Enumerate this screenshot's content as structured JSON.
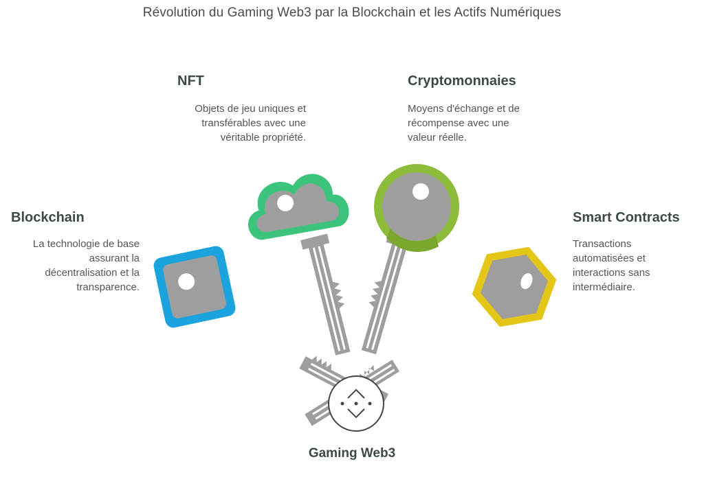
{
  "title": "Révolution du Gaming Web3 par la Blockchain et les Actifs Numériques",
  "center": {
    "label": "Gaming Web3",
    "icon": "web3-diamond-icon"
  },
  "items": [
    {
      "id": "blockchain",
      "heading": "Blockchain",
      "lines": [
        "La technologie de base",
        "assurant la",
        "décentralisation et la",
        "transparence."
      ],
      "color": "#1aa3dc",
      "icon": "square-key-icon"
    },
    {
      "id": "nft",
      "heading": "NFT",
      "lines": [
        "Objets de jeu uniques et",
        "transférables avec une",
        "véritable propriété."
      ],
      "color": "#3cc47c",
      "icon": "cloud-key-icon"
    },
    {
      "id": "crypto",
      "heading": "Cryptomonnaies",
      "lines": [
        "Moyens d'échange et de",
        "récompense avec une",
        "valeur réelle."
      ],
      "color": "#8cbc3a",
      "icon": "round-key-icon"
    },
    {
      "id": "smart",
      "heading": "Smart Contracts",
      "lines": [
        "Transactions",
        "automatisées et",
        "interactions sans",
        "intermédiaire."
      ],
      "color": "#e3c617",
      "icon": "hexagon-key-icon"
    }
  ]
}
